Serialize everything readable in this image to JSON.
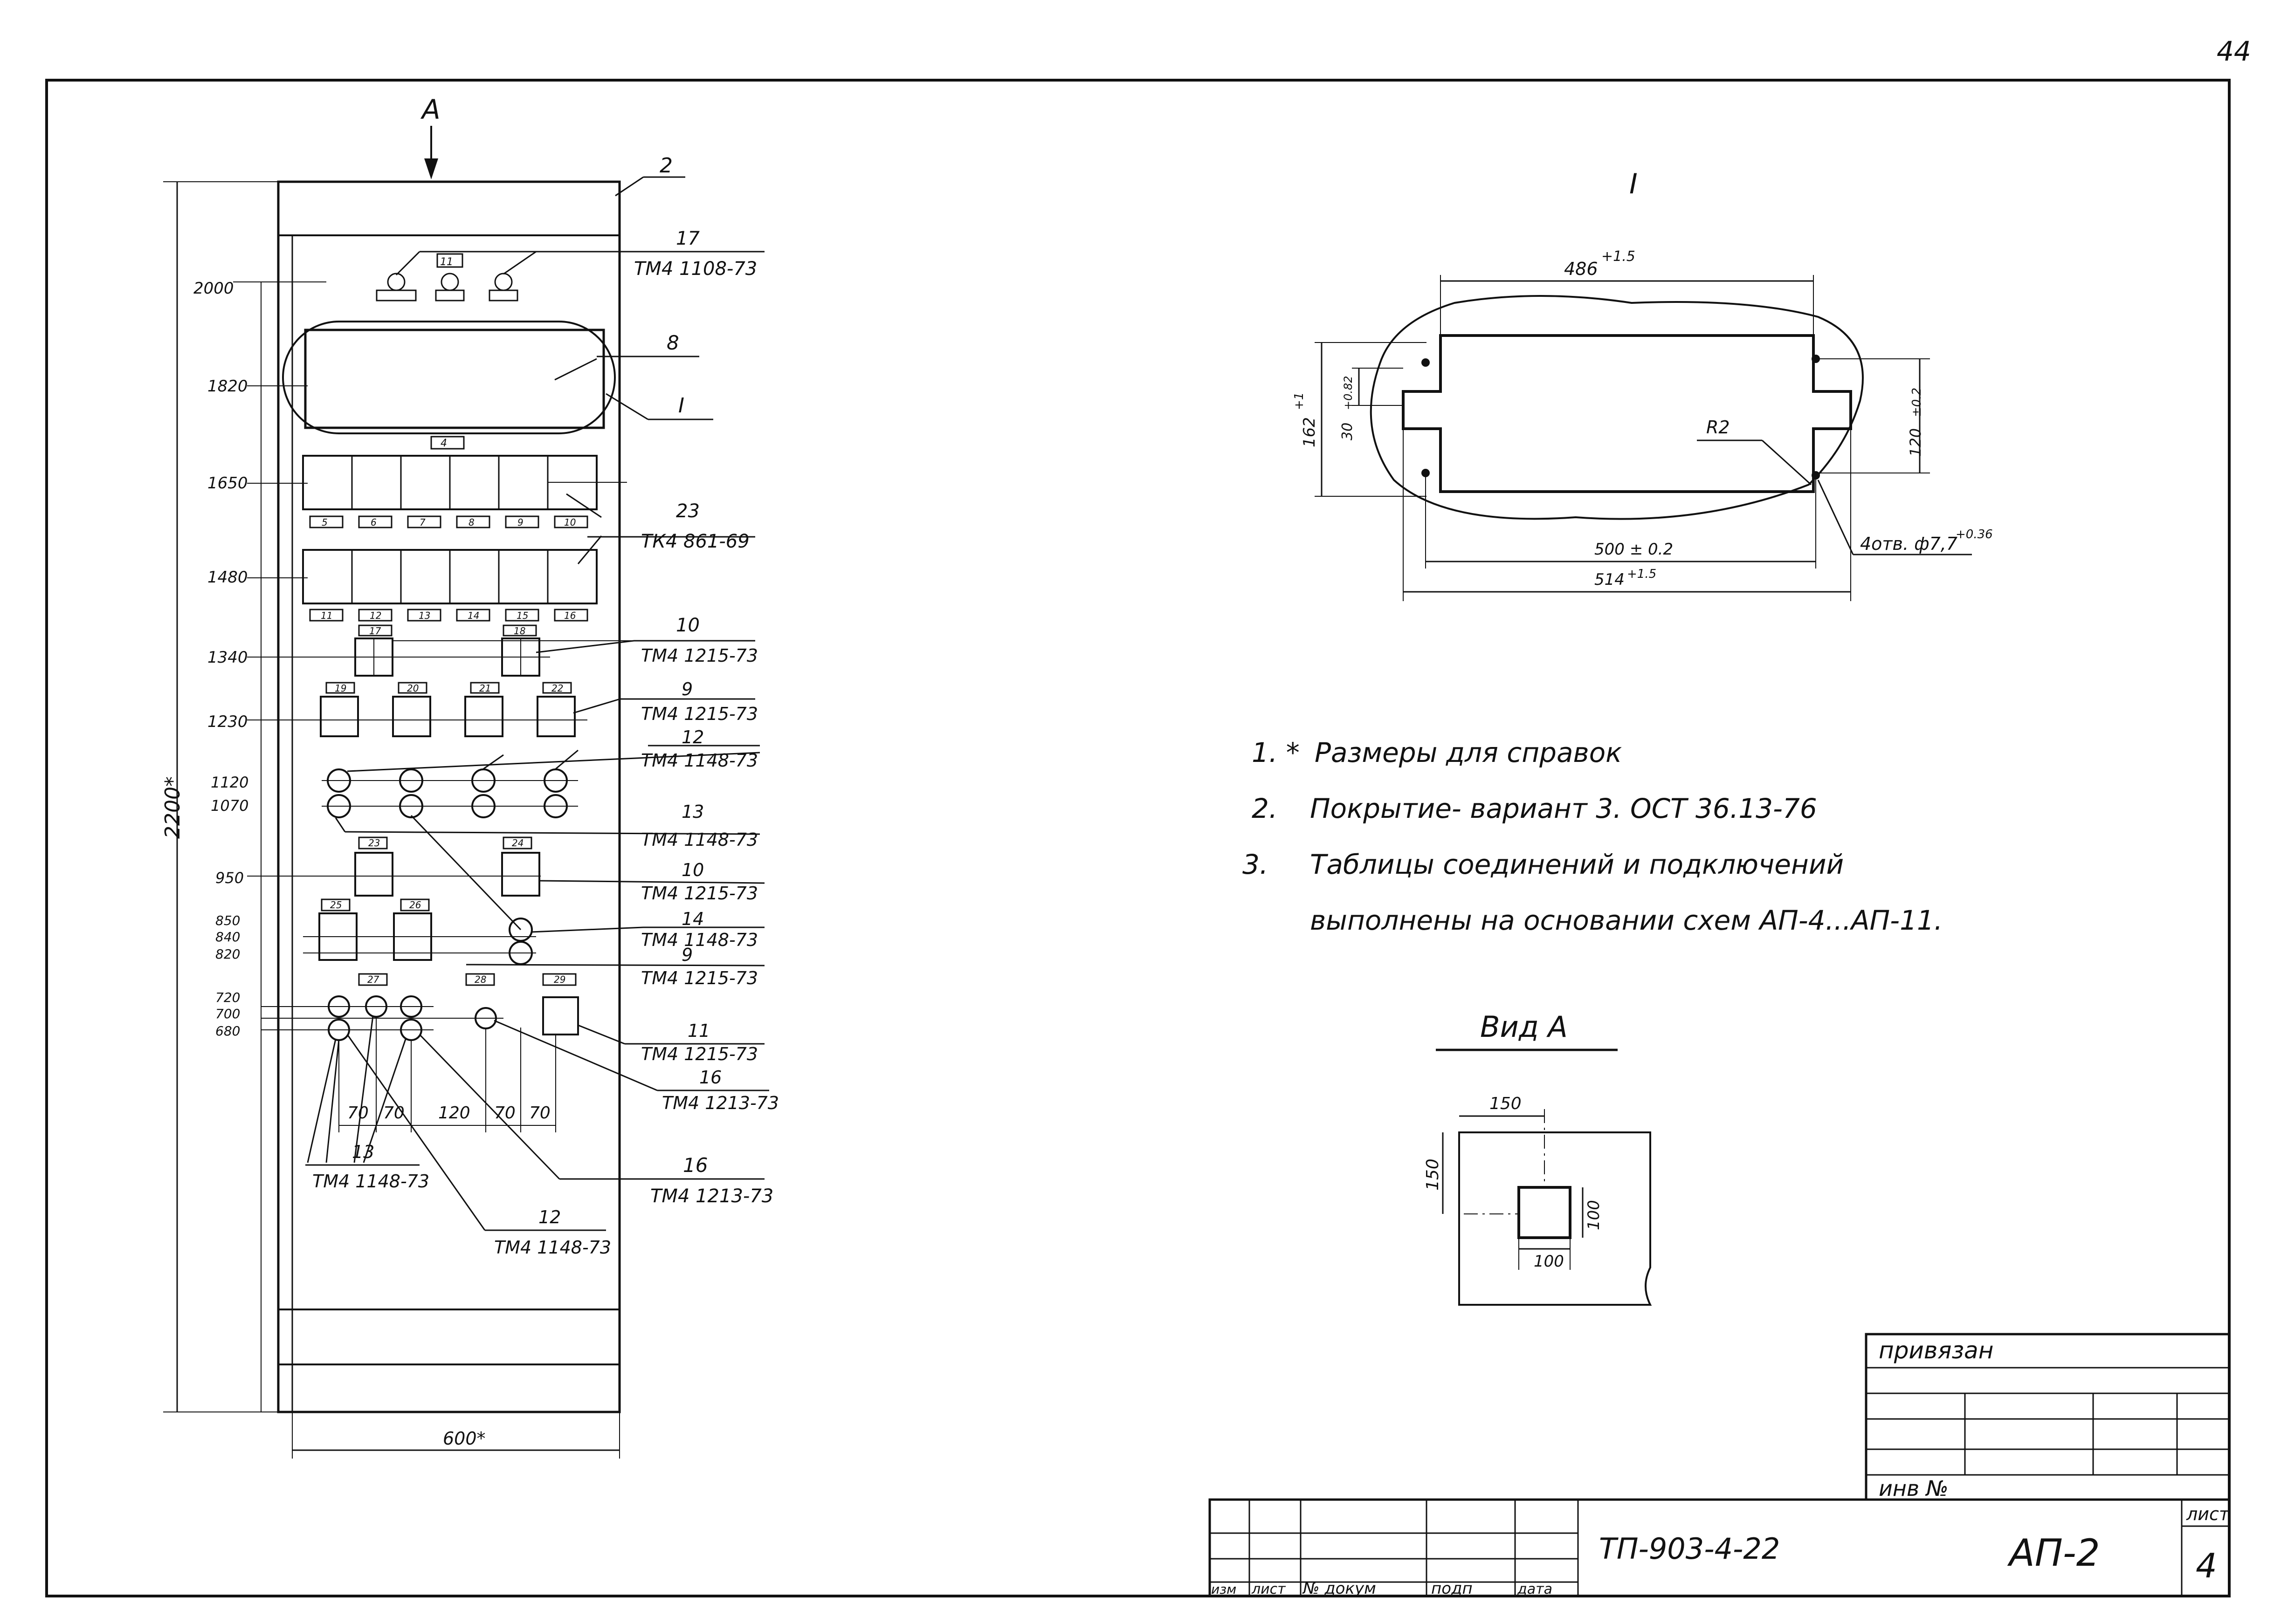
{
  "page_number": "44",
  "panel": {
    "view_a_marker": "A",
    "top_callout": "2",
    "label_17": "17",
    "code_1108": "ТМ4 1108-73",
    "label_8": "8",
    "label_i": "I",
    "label_23": "23",
    "code_861": "ТК4 861-69",
    "label_10a": "10",
    "code_1215a": "ТМ4 1215-73",
    "label_9a": "9",
    "code_1215b": "ТМ4 1215-73",
    "label_12a": "12",
    "code_1148a": "ТМ4 1148-73",
    "label_13a": "13",
    "code_1148b": "ТМ4 1148-73",
    "label_10b": "10",
    "code_1215c": "ТМ4 1215-73",
    "label_14": "14",
    "code_1148c": "ТМ4 1148-73",
    "label_9b": "9",
    "code_1215d": "ТМ4 1215-73",
    "label_11": "11",
    "code_1215e": "ТМ4 1215-73",
    "label_16a": "16",
    "code_1213a": "ТМ4 1213-73",
    "label_16b": "16",
    "code_1213b": "ТМ4 1213-73",
    "label_13b": "13",
    "code_1148d": "ТМ4 1148-73",
    "label_12b": "12",
    "code_1148e": "ТМ4 1148-73",
    "overall_height": "2200*",
    "width": "600*",
    "spacing": [
      "70",
      "70",
      "120",
      "70",
      "70"
    ],
    "heights": [
      "2000",
      "1820",
      "1650",
      "1480",
      "1340",
      "1230",
      "1120",
      "1070",
      "950",
      "850",
      "840",
      "820",
      "720",
      "700",
      "680"
    ],
    "tags": {
      "t1": "11",
      "t2": "4",
      "row1": [
        "5",
        "6",
        "7",
        "8",
        "9",
        "10"
      ],
      "row2": [
        "11",
        "12",
        "13",
        "14",
        "15",
        "16"
      ],
      "t17": "17",
      "t18": "18",
      "row3": [
        "19",
        "20",
        "21",
        "22"
      ],
      "t23": "23",
      "t24": "24",
      "t25": "25",
      "t26": "26",
      "t27": "27",
      "t28": "28",
      "t29": "29"
    }
  },
  "detail_i": {
    "title": "I",
    "dim_top": "486",
    "dim_top_tol": "+1.5",
    "dim_left": "162",
    "dim_left_tol": "+1",
    "dim_left_inner": "30",
    "dim_left_inner_tol": "+0.82",
    "dim_right": "120",
    "dim_right_tol": "±0.2",
    "radius": "R2",
    "dim_bottom1": "500 ± 0.2",
    "dim_bottom2": "514",
    "dim_bottom2_tol": "+1.5",
    "holes": "4отв. ф7,7",
    "holes_tol": "+0.36"
  },
  "notes": [
    {
      "num": "1. *",
      "text": "Размеры для справок"
    },
    {
      "num": "2.",
      "text": "Покрытие- вариант 3. ОСТ 36.13-76"
    },
    {
      "num": "3.",
      "text": "Таблицы соединений и подключений"
    },
    {
      "num": "",
      "text": "выполнены на основании схем АП-4...АП-11."
    }
  ],
  "view_a": {
    "title": "Вид А",
    "dim_top": "150",
    "dim_left": "150",
    "dim_sq_w": "100",
    "dim_sq_h": "100"
  },
  "stamp": {
    "privyazan": "привязан",
    "inv_no": "инв №",
    "doc_code": "ТП-903-4-22",
    "sheet_code": "АП-2",
    "sheet_label": "лист",
    "sheet_no": "4",
    "cols": [
      "изм",
      "лист",
      "№ докум",
      "подп",
      "дата"
    ]
  }
}
